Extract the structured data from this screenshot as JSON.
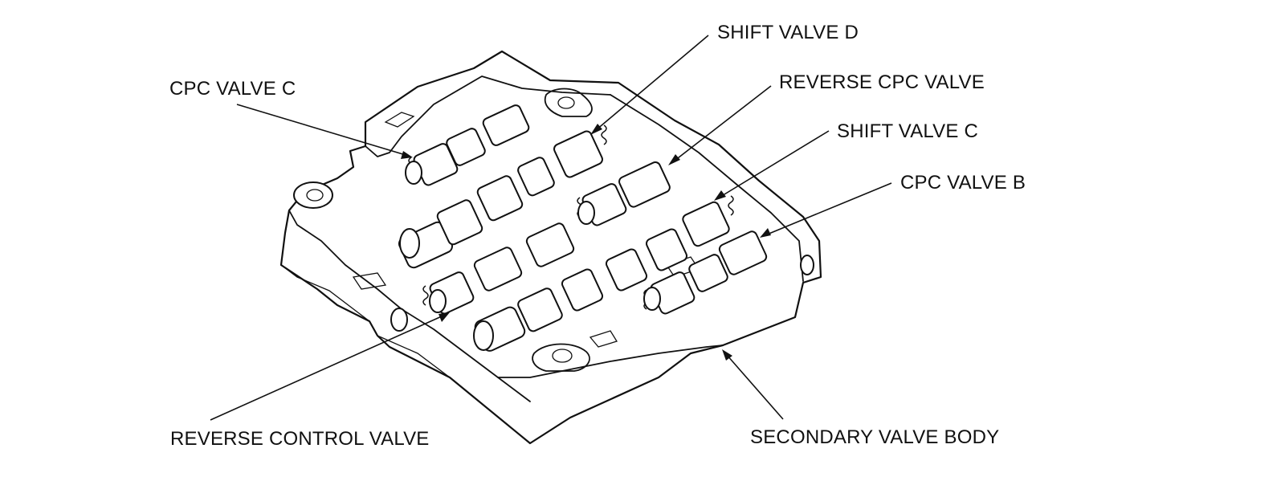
{
  "labels": {
    "shift_valve_d": "SHIFT VALVE D",
    "cpc_valve_c": "CPC VALVE C",
    "reverse_cpc_valve": "REVERSE CPC VALVE",
    "shift_valve_c": "SHIFT VALVE C",
    "cpc_valve_b": "CPC VALVE B",
    "reverse_control_valve": "REVERSE CONTROL VALVE",
    "secondary_valve_body": "SECONDARY VALVE BODY"
  },
  "colors": {
    "ink": "#111111",
    "paper": "#ffffff"
  }
}
